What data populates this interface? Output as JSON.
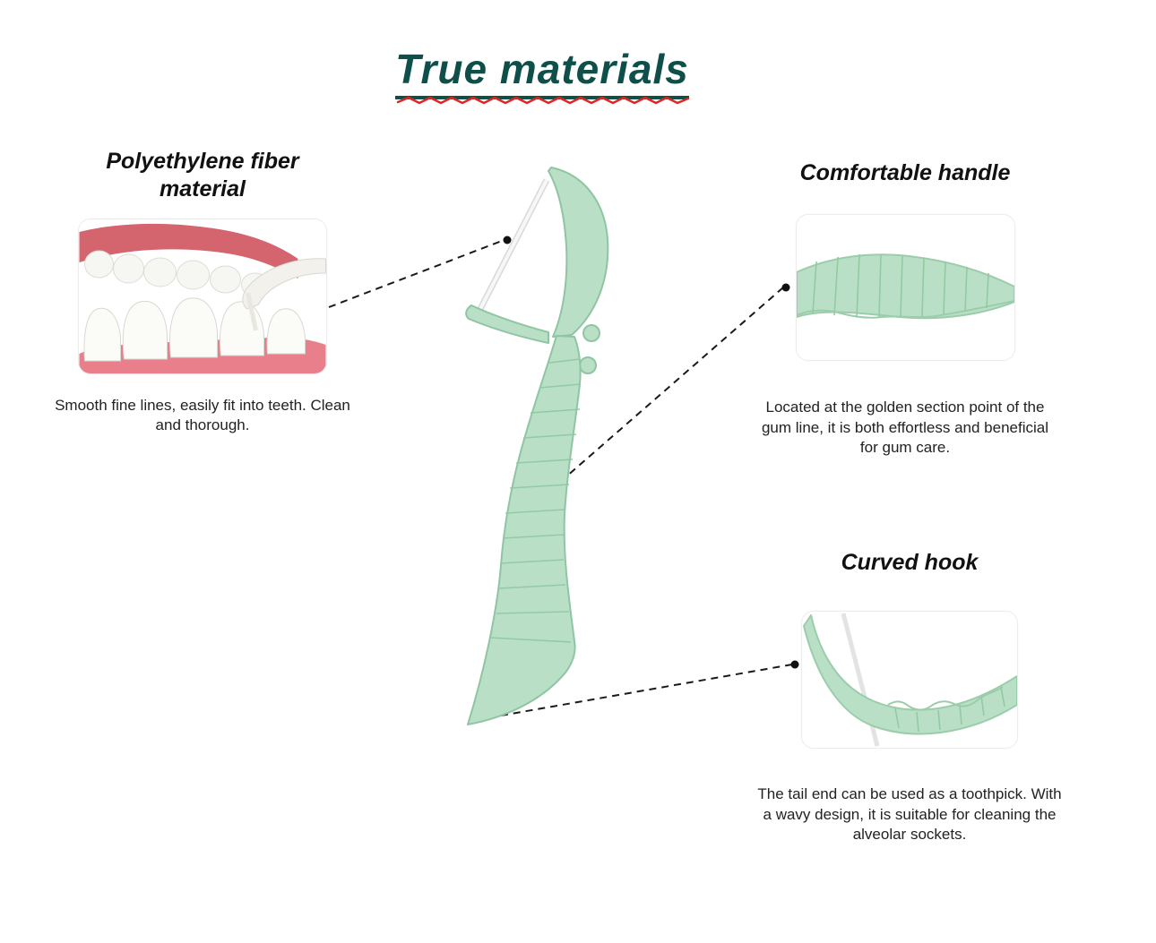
{
  "page": {
    "title": "True materials",
    "background": "#ffffff"
  },
  "colors": {
    "title_text": "#0e4f4a",
    "underline_squiggle": "#e22420",
    "body_text": "#1d1d1d",
    "floss_green": "#b9e0c6",
    "floss_green_dark": "#9bcdaa",
    "gum_pink_dark": "#d4646e",
    "gum_pink_light": "#e87f8a",
    "tooth_white": "#fbfbf8",
    "connector_line": "#1a1a1a"
  },
  "features": [
    {
      "id": "fiber",
      "heading": "Polyethylene fiber material",
      "caption": "Smooth fine lines, easily fit into teeth. Clean and thorough.",
      "image": "teeth-floss-closeup"
    },
    {
      "id": "handle",
      "heading": "Comfortable handle",
      "caption": "Located at the golden section point of the gum line, it is both effortless and beneficial for gum care.",
      "image": "handle-texture-closeup"
    },
    {
      "id": "hook",
      "heading": "Curved hook",
      "caption": "The tail end can be used as a toothpick. With a wavy design, it is suitable for cleaning the alveolar sockets.",
      "image": "curved-tail-closeup"
    }
  ],
  "illustration": {
    "name": "floss-pick",
    "color": "#b9e0c6"
  }
}
